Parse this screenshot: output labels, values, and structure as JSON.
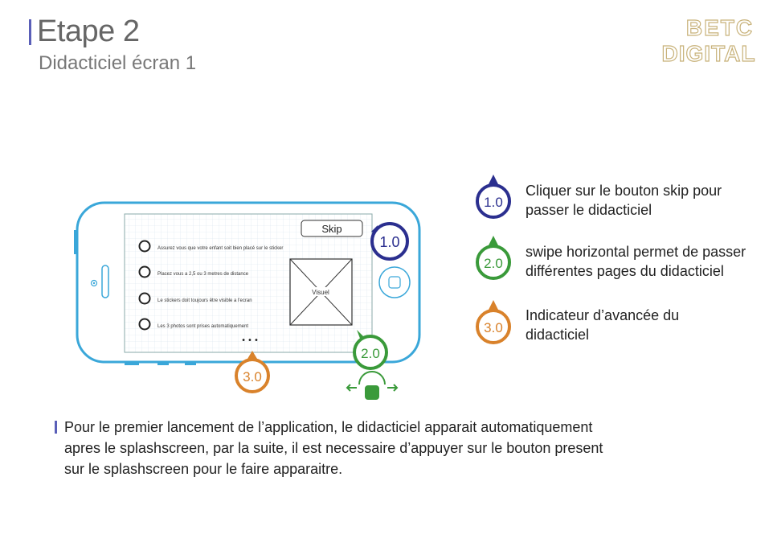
{
  "header": {
    "title": "Etape 2",
    "subtitle": "Didacticiel écran 1",
    "logo_line1": "BETC",
    "logo_line2": "DIGITAL"
  },
  "phone": {
    "skip_label": "Skip",
    "visuel_label": "Visuel",
    "list_items": [
      "Assurez vous que votre enfant soit bien placé sur le sticker",
      "Placez vous a 2,5 ou 3 metres de distance",
      "Le stickers doit toujours être visible a l'ecran",
      "Les 3 photos sont prises automatiquement"
    ],
    "dots": "•••"
  },
  "markers": [
    {
      "label": "1.0",
      "color": "#2b2f8f"
    },
    {
      "label": "2.0",
      "color": "#3a9a3a"
    },
    {
      "label": "3.0",
      "color": "#d9822b"
    }
  ],
  "legend": [
    {
      "badge": "1.0",
      "line1": "Cliquer sur le bouton skip pour",
      "line2": "passer le didacticiel"
    },
    {
      "badge": "2.0",
      "line1": "swipe horizontal permet de passer",
      "line2": "différentes pages du didacticiel"
    },
    {
      "badge": "3.0",
      "line1": "Indicateur d’avancée du",
      "line2": "didacticiel"
    }
  ],
  "description": {
    "line1": "Pour le premier lancement de l’application, le didacticiel apparait automatiquement",
    "line2": "apres le splashscreen, par la suite, il est necessaire d’appuyer sur le bouton present",
    "line3": "sur le splashscreen pour le faire apparaitre."
  },
  "colors": {
    "phone_outline": "#3aa7d9",
    "accent_bar": "#5a5fb8",
    "logo_gold": "#c8b27a",
    "marker_1": "#2b2f8f",
    "marker_2": "#3a9a3a",
    "marker_3": "#d9822b"
  }
}
